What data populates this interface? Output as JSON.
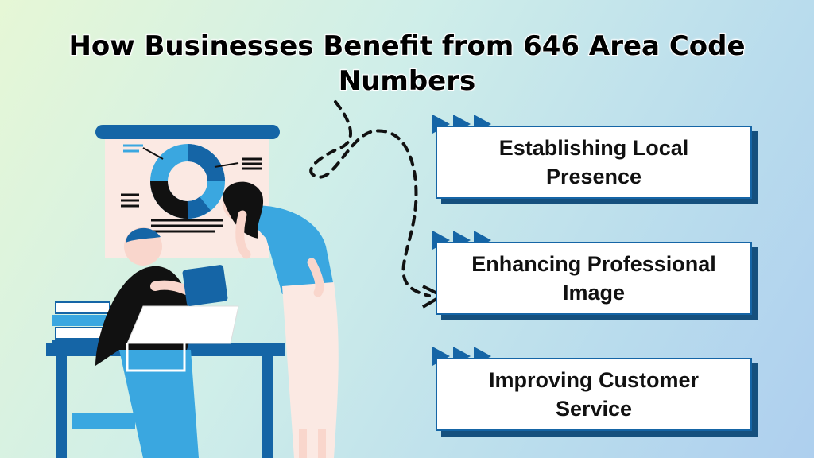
{
  "title": "How Businesses Benefit from 646 Area Code Numbers",
  "benefits": [
    {
      "label": "Establishing Local Presence"
    },
    {
      "label": "Enhancing Professional Image"
    },
    {
      "label": "Improving Customer Service"
    }
  ],
  "colors": {
    "primary_blue": "#1565a6",
    "shadow_blue": "#15507e",
    "light_blue": "#3aa7e0",
    "skin": "#f9d6cc",
    "dark": "#111111"
  },
  "icons": [
    "triple-play-arrow-icon",
    "dashed-curved-arrow-icon",
    "donut-chart-icon"
  ]
}
